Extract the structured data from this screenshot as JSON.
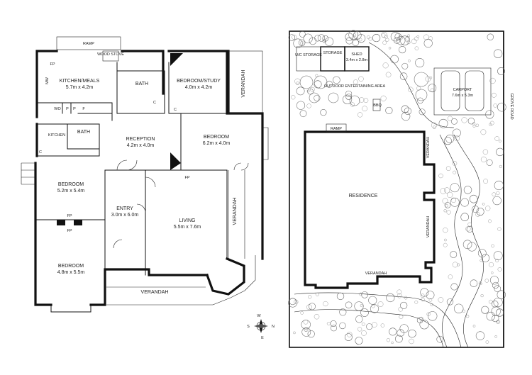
{
  "floor_plan": {
    "rooms": [
      {
        "id": "kitchen_meals",
        "name": "KITCHEN/MEALS",
        "dims": "5.7m x 4.2m"
      },
      {
        "id": "bath_top",
        "name": "BATH",
        "dims": ""
      },
      {
        "id": "bedroom_study",
        "name": "BEDROOM/STUDY",
        "dims": "4.0m x 4.2m"
      },
      {
        "id": "reception",
        "name": "RECEPTION",
        "dims": "4.2m x 4.0m"
      },
      {
        "id": "bedroom_right",
        "name": "BEDROOM",
        "dims": "6.2m x 4.0m"
      },
      {
        "id": "kitchen_small",
        "name": "KITCHEN",
        "dims": ""
      },
      {
        "id": "bath_small",
        "name": "BATH",
        "dims": ""
      },
      {
        "id": "bedroom_left",
        "name": "BEDROOM",
        "dims": "5.2m x 5.4m"
      },
      {
        "id": "entry",
        "name": "ENTRY",
        "dims": "3.0m x 6.0m"
      },
      {
        "id": "living",
        "name": "LIVING",
        "dims": "5.5m x 7.6m"
      },
      {
        "id": "bedroom_bottom",
        "name": "BEDROOM",
        "dims": "4.8m x 5.5m"
      }
    ],
    "labels": {
      "ramp": "RAMP",
      "wood_stove": "WOOD STOVE",
      "fp": "FP",
      "mw": "MW",
      "wo": "WO",
      "p": "P",
      "f": "F",
      "c": "C",
      "verandah": "VERANDAH"
    }
  },
  "site_plan": {
    "labels": {
      "uc_storage": "U/C STORAGE",
      "storage": "STORAGE",
      "shed": "SHED",
      "shed_dims": "3.4m x 2.8m",
      "outdoor_area": "OUTDOOR ENTERTAINING AREA",
      "bbq": "BBQ",
      "carport": "CARPORT",
      "carport_dims": "7.6m x 5.3m",
      "grove_road": "GROVE ROAD",
      "ramp": "RAMP",
      "residence": "RESIDENCE",
      "verandah": "VERANDAH"
    }
  },
  "compass": {
    "n": "N",
    "s": "S",
    "e": "E",
    "w": "W"
  }
}
